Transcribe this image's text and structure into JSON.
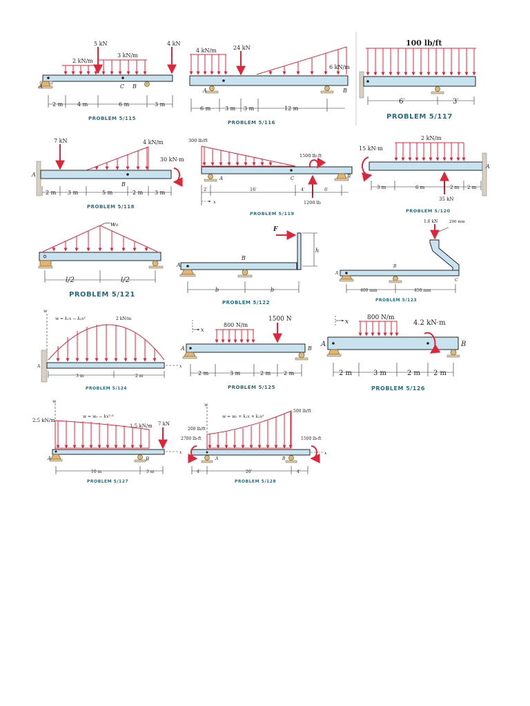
{
  "p115": {
    "caption": "PROBLEM 5/115",
    "f1": "5 kN",
    "f2": "4 kN",
    "w1": "2 kN/m",
    "w2": "3 kN/m",
    "A": "A",
    "B": "B",
    "C": "C",
    "d1": "2 m",
    "d2": "4 m",
    "d3": "6 m",
    "d4": "3 m"
  },
  "p116": {
    "caption": "PROBLEM 5/116",
    "w1": "4 kN/m",
    "f1": "24 kN",
    "w2": "6 kN/m",
    "A": "A",
    "B": "B",
    "d1": "6 m",
    "d2": "3 m",
    "d3": "3 m",
    "d4": "12 m"
  },
  "p117": {
    "caption": "PROBLEM 5/117",
    "w": "100 lb/ft",
    "d1": "6′",
    "d2": "3′"
  },
  "p118": {
    "caption": "PROBLEM 5/118",
    "f1": "7 kN",
    "w": "4 kN/m",
    "m": "30 kN·m",
    "A": "A",
    "B": "B",
    "d1": "2 m",
    "d2": "3 m",
    "d3": "5 m",
    "d4": "2 m",
    "d5": "3 m"
  },
  "p119": {
    "caption": "PROBLEM 5/119",
    "w": "300 lb/ft",
    "m": "1500 lb-ft",
    "f": "1200 lb",
    "A": "A",
    "B": "B",
    "C": "C",
    "d1": "2′",
    "d2": "16′",
    "d3": "4′",
    "d4": "6′",
    "x": "x"
  },
  "p120": {
    "caption": "PROBLEM 5/120",
    "m": "15 kN·m",
    "w": "2 kN/m",
    "f": "35 kN",
    "A": "A",
    "d1": "3 m",
    "d2": "6 m",
    "d3": "2 m",
    "d4": "2 m"
  },
  "p121": {
    "caption": "PROBLEM 5/121",
    "w": "w₀",
    "d1": "l/2",
    "d2": "l/2"
  },
  "p122": {
    "caption": "PROBLEM 5/122",
    "F": "F",
    "A": "A",
    "B": "B",
    "h": "h",
    "b1": "b",
    "b2": "b"
  },
  "p123": {
    "caption": "PROBLEM 5/123",
    "f": "1.6 kN",
    "t": "200 mm",
    "A": "A",
    "B": "B",
    "C": "C",
    "d1": "400 mm",
    "d2": "450 mm"
  },
  "p124": {
    "caption": "PROBLEM 5/124",
    "eq": "w = k₁x − k₂x²",
    "w": "2 kN/m",
    "wax": "w",
    "A": "A",
    "x": "x",
    "d1": "3 m",
    "d2": "2 m"
  },
  "p125": {
    "caption": "PROBLEM 5/125",
    "w": "800 N/m",
    "f": "1500 N",
    "A": "A",
    "B": "B",
    "x": "x",
    "d1": "2 m",
    "d2": "3 m",
    "d3": "2 m",
    "d4": "2 m"
  },
  "p126": {
    "caption": "PROBLEM 5/126",
    "w": "800 N/m",
    "m": "4.2 kN·m",
    "A": "A",
    "B": "B",
    "x": "x",
    "d1": "2 m",
    "d2": "3 m",
    "d3": "2 m",
    "d4": "2 m"
  },
  "p127": {
    "caption": "PROBLEM 5/127",
    "wax": "w",
    "w0": "2.5 kN/m",
    "eq": "w = w₀ − kx³ᐟ²",
    "w1": "1.5 kN/m",
    "f": "7 kN",
    "A": "A",
    "B": "B",
    "x": "x",
    "d1": "10 m",
    "d2": "3 m"
  },
  "p128": {
    "caption": "PROBLEM 5/128",
    "wax": "w",
    "eq": "w = w₀ + k₁x + k₂x²",
    "w1": "500 lb/ft",
    "w0": "200 lb/ft",
    "m1": "2700 lb-ft",
    "m2": "1500 lb-ft",
    "A": "A",
    "B": "B",
    "x": "x",
    "d1": "4′",
    "d2": "20′",
    "d3": "4′"
  }
}
